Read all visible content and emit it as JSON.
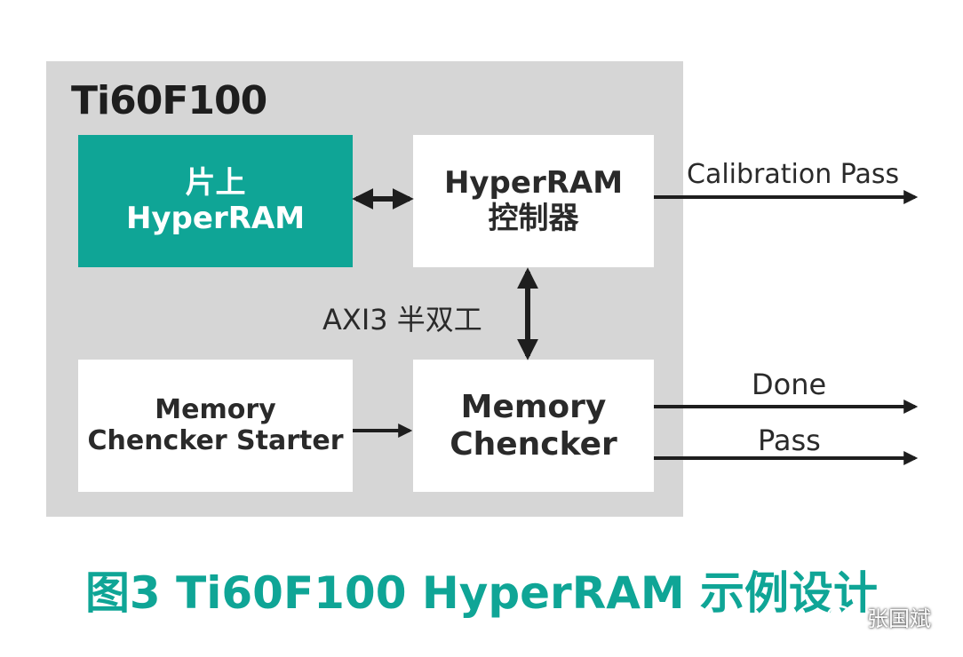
{
  "chip": {
    "title": "Ti60F100"
  },
  "blocks": {
    "onchip": {
      "line1": "片上",
      "line2": "HyperRAM"
    },
    "controller": {
      "line1": "HyperRAM",
      "line2": "控制器"
    },
    "starter": {
      "line1": "Memory",
      "line2": "Chencker Starter"
    },
    "checker": {
      "line1": "Memory",
      "line2": "Chencker"
    }
  },
  "labels": {
    "axi": "AXI3 半双工",
    "calibration": "Calibration Pass",
    "done": "Done",
    "pass": "Pass"
  },
  "caption": "图3 Ti60F100 HyperRAM 示例设计",
  "watermark": {
    "text": "张国斌",
    "icon": "wechat-icon"
  },
  "colors": {
    "teal": "#0fa596",
    "chip_bg": "#d6d6d6",
    "arrow": "#1e1e1e"
  }
}
